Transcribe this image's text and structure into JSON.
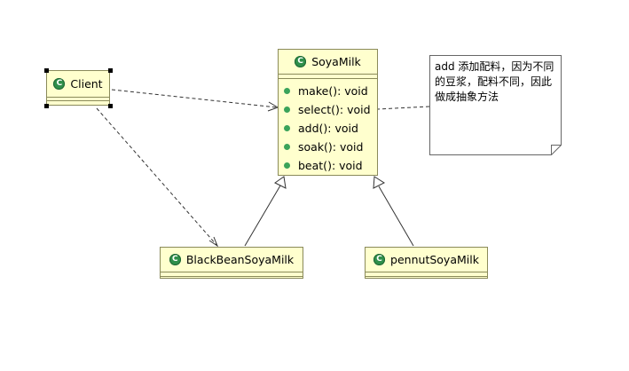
{
  "diagram": {
    "classes": {
      "client": {
        "name": "Client",
        "icon": "class-icon",
        "icon_letter": "C"
      },
      "soyamilk": {
        "name": "SoyaMilk",
        "icon": "class-icon",
        "icon_letter": "C",
        "methods": [
          "make(): void",
          "select(): void",
          "add(): void",
          "soak(): void",
          "beat(): void"
        ]
      },
      "blackbean": {
        "name": "BlackBeanSoyaMilk",
        "icon": "class-icon",
        "icon_letter": "C"
      },
      "pennut": {
        "name": "pennutSoyaMilk",
        "icon": "class-icon",
        "icon_letter": "C"
      }
    },
    "note": {
      "text": "add 添加配料，因为不同的豆浆，配料不同，因此做成抽象方法"
    },
    "relations": [
      {
        "from": "Client",
        "to": "SoyaMilk",
        "type": "dependency"
      },
      {
        "from": "Client",
        "to": "BlackBeanSoyaMilk",
        "type": "dependency"
      },
      {
        "from": "BlackBeanSoyaMilk",
        "to": "SoyaMilk",
        "type": "generalization"
      },
      {
        "from": "pennutSoyaMilk",
        "to": "SoyaMilk",
        "type": "generalization"
      },
      {
        "from": "note",
        "to": "select(): void",
        "type": "note-link"
      }
    ],
    "colors": {
      "class_fill": "#ffffce",
      "class_border": "#8a8a5a",
      "icon_green": "#2f8f4a",
      "method_dot": "#3aa35a"
    }
  }
}
